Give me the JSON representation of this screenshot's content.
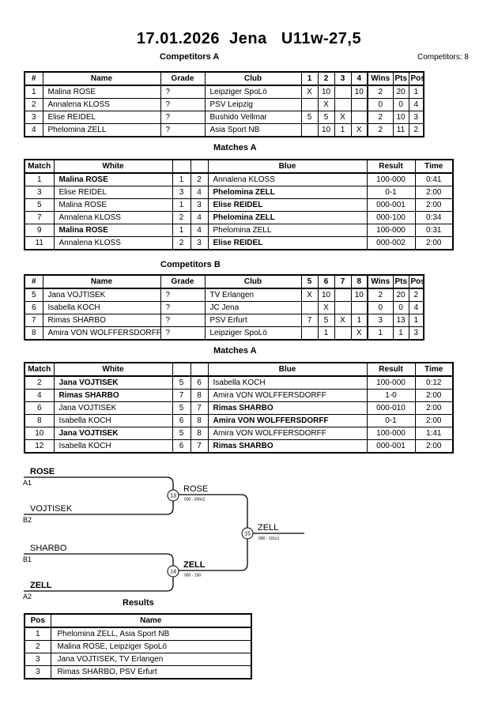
{
  "page": {
    "title": "17.01.2026  Jena   U11w-27,5",
    "competitors_count": "Competitors: 8"
  },
  "competitors_a": {
    "heading": "Competitors A",
    "headers": [
      "#",
      "Name",
      "Grade",
      "Club",
      "1",
      "2",
      "3",
      "4",
      "Wins",
      "Pts",
      "Pos"
    ],
    "rows": [
      [
        "1",
        "Malina ROSE",
        "?",
        "Leipziger SpoLö",
        "X",
        "10",
        "",
        "10",
        "2",
        "20",
        "1"
      ],
      [
        "2",
        "Annalena KLOSS",
        "?",
        "PSV Leipzig",
        "",
        "X",
        "",
        "",
        "0",
        "0",
        "4"
      ],
      [
        "3",
        "Elise REIDEL",
        "?",
        "Bushido Vellmar",
        "5",
        "5",
        "X",
        "",
        "2",
        "10",
        "3"
      ],
      [
        "4",
        "Phelomina ZELL",
        "?",
        "Asia Sport NB",
        "",
        "10",
        "1",
        "X",
        "2",
        "11",
        "2"
      ]
    ]
  },
  "matches_a": {
    "heading": "Matches A",
    "headers": [
      "Match",
      "White",
      "",
      "",
      "Blue",
      "Result",
      "Time"
    ],
    "rows": [
      {
        "m": "1",
        "w": "Malina ROSE",
        "wn": "1",
        "bn": "2",
        "b": "Annalena KLOSS",
        "r": "100-000",
        "t": "0:41"
      },
      {
        "m": "3",
        "w": "Elise REIDEL",
        "wn": "3",
        "bn": "4",
        "b": "Phelomina ZELL",
        "r": "0-1",
        "t": "2:00"
      },
      {
        "m": "5",
        "w": "Malina ROSE",
        "wn": "1",
        "bn": "3",
        "b": "Elise REIDEL",
        "r": "000-001",
        "t": "2:00"
      },
      {
        "m": "7",
        "w": "Annalena KLOSS",
        "wn": "2",
        "bn": "4",
        "b": "Phelomina ZELL",
        "r": "000-100",
        "t": "0:34"
      },
      {
        "m": "9",
        "w": "Malina ROSE",
        "wn": "1",
        "bn": "4",
        "b": "Phelomina ZELL",
        "r": "100-000",
        "t": "0:31"
      },
      {
        "m": "11",
        "w": "Annalena KLOSS",
        "wn": "2",
        "bn": "3",
        "b": "Elise REIDEL",
        "r": "000-002",
        "t": "2:00"
      }
    ]
  },
  "competitors_b": {
    "heading": "Competitors B",
    "headers": [
      "#",
      "Name",
      "Grade",
      "Club",
      "5",
      "6",
      "7",
      "8",
      "Wins",
      "Pts",
      "Pos"
    ],
    "rows": [
      [
        "5",
        "Jana VOJTISEK",
        "?",
        "TV Erlangen",
        "X",
        "10",
        "",
        "10",
        "2",
        "20",
        "2"
      ],
      [
        "6",
        "Isabella KOCH",
        "?",
        "JC Jena",
        "",
        "X",
        "",
        "",
        "0",
        "0",
        "4"
      ],
      [
        "7",
        "Rimas SHARBO",
        "?",
        "PSV Erfurt",
        "7",
        "5",
        "X",
        "1",
        "3",
        "13",
        "1"
      ],
      [
        "8",
        "Amira VON WOLFFERSDORFF",
        "?",
        "Leipziger SpoLö",
        "",
        "1",
        "",
        "X",
        "1",
        "1",
        "3"
      ]
    ]
  },
  "matches_b": {
    "heading": "Matches A",
    "headers": [
      "Match",
      "White",
      "",
      "",
      "Blue",
      "Result",
      "Time"
    ],
    "rows": [
      {
        "m": "2",
        "w": "Jana VOJTISEK",
        "wn": "5",
        "bn": "6",
        "b": "Isabella KOCH",
        "r": "100-000",
        "t": "0:12"
      },
      {
        "m": "4",
        "w": "Rimas SHARBO",
        "wn": "7",
        "bn": "8",
        "b": "Amira VON WOLFFERSDORFF",
        "r": "1-0",
        "t": "2:00"
      },
      {
        "m": "6",
        "w": "Jana VOJTISEK",
        "wn": "5",
        "bn": "7",
        "b": "Rimas SHARBO",
        "r": "000-010",
        "t": "2:00"
      },
      {
        "m": "8",
        "w": "Isabella KOCH",
        "wn": "6",
        "bn": "8",
        "b": "Amira VON WOLFFERSDORFF",
        "r": "0-1",
        "t": "2:00"
      },
      {
        "m": "10",
        "w": "Jana VOJTISEK",
        "wn": "5",
        "bn": "8",
        "b": "Amira VON WOLFFERSDORFF",
        "r": "100-000",
        "t": "1:41"
      },
      {
        "m": "12",
        "w": "Isabella KOCH",
        "wn": "6",
        "bn": "7",
        "b": "Rimas SHARBO",
        "r": "000-001",
        "t": "2:00"
      }
    ]
  },
  "bracket": {
    "slots": [
      {
        "name": "ROSE",
        "seed": "A1"
      },
      {
        "name": "VOJTISEK",
        "seed": "B2"
      },
      {
        "name": "SHARBO",
        "seed": "B1"
      },
      {
        "name": "ZELL",
        "seed": "A2"
      }
    ],
    "matches": [
      {
        "number": "13",
        "winner": "ROSE",
        "score": "000 - 000s2"
      },
      {
        "number": "14",
        "winner": "ZELL",
        "score": "000 - 100"
      },
      {
        "number": "15",
        "winner": "ZELL",
        "score": "000 - 101s1"
      }
    ]
  },
  "results": {
    "heading": "Results",
    "headers": [
      "Pos",
      "Name"
    ],
    "rows": [
      [
        "1",
        "Phelomina ZELL, Asia Sport NB"
      ],
      [
        "2",
        "Malina ROSE, Leipziger SpoLö"
      ],
      [
        "3",
        "Jana VOJTISEK, TV Erlangen"
      ],
      [
        "3",
        "Rimas SHARBO, PSV Erfurt"
      ]
    ]
  }
}
